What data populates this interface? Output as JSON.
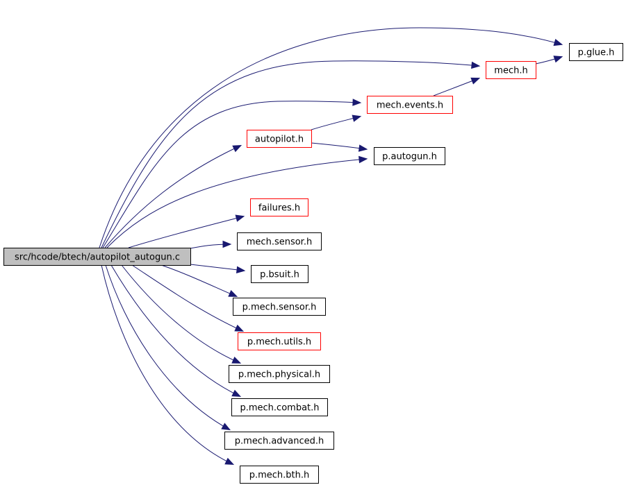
{
  "diagram": {
    "root": {
      "id": "root",
      "label": "src/hcode/btech/autopilot_autogun.c"
    },
    "nodes": [
      {
        "id": "glue",
        "label": "p.glue.h",
        "style": "normal"
      },
      {
        "id": "mech",
        "label": "mech.h",
        "style": "red"
      },
      {
        "id": "events",
        "label": "mech.events.h",
        "style": "red"
      },
      {
        "id": "autopilot",
        "label": "autopilot.h",
        "style": "red"
      },
      {
        "id": "autogun",
        "label": "p.autogun.h",
        "style": "normal"
      },
      {
        "id": "failures",
        "label": "failures.h",
        "style": "red"
      },
      {
        "id": "sensor",
        "label": "mech.sensor.h",
        "style": "normal"
      },
      {
        "id": "bsuit",
        "label": "p.bsuit.h",
        "style": "normal"
      },
      {
        "id": "psensor",
        "label": "p.mech.sensor.h",
        "style": "normal"
      },
      {
        "id": "utils",
        "label": "p.mech.utils.h",
        "style": "red"
      },
      {
        "id": "physical",
        "label": "p.mech.physical.h",
        "style": "normal"
      },
      {
        "id": "combat",
        "label": "p.mech.combat.h",
        "style": "normal"
      },
      {
        "id": "advanced",
        "label": "p.mech.advanced.h",
        "style": "normal"
      },
      {
        "id": "bth",
        "label": "p.mech.bth.h",
        "style": "normal"
      }
    ],
    "edges": [
      {
        "from": "root",
        "to": "glue"
      },
      {
        "from": "root",
        "to": "mech"
      },
      {
        "from": "root",
        "to": "events"
      },
      {
        "from": "root",
        "to": "autopilot"
      },
      {
        "from": "root",
        "to": "autogun"
      },
      {
        "from": "root",
        "to": "failures"
      },
      {
        "from": "root",
        "to": "sensor"
      },
      {
        "from": "root",
        "to": "bsuit"
      },
      {
        "from": "root",
        "to": "psensor"
      },
      {
        "from": "root",
        "to": "utils"
      },
      {
        "from": "root",
        "to": "physical"
      },
      {
        "from": "root",
        "to": "combat"
      },
      {
        "from": "root",
        "to": "advanced"
      },
      {
        "from": "root",
        "to": "bth"
      },
      {
        "from": "autopilot",
        "to": "events"
      },
      {
        "from": "autopilot",
        "to": "autogun"
      },
      {
        "from": "events",
        "to": "mech"
      },
      {
        "from": "mech",
        "to": "glue"
      }
    ],
    "colors": {
      "edge": "#191970",
      "red_border": "#ff0000",
      "root_fill": "#bfbfbf"
    }
  }
}
